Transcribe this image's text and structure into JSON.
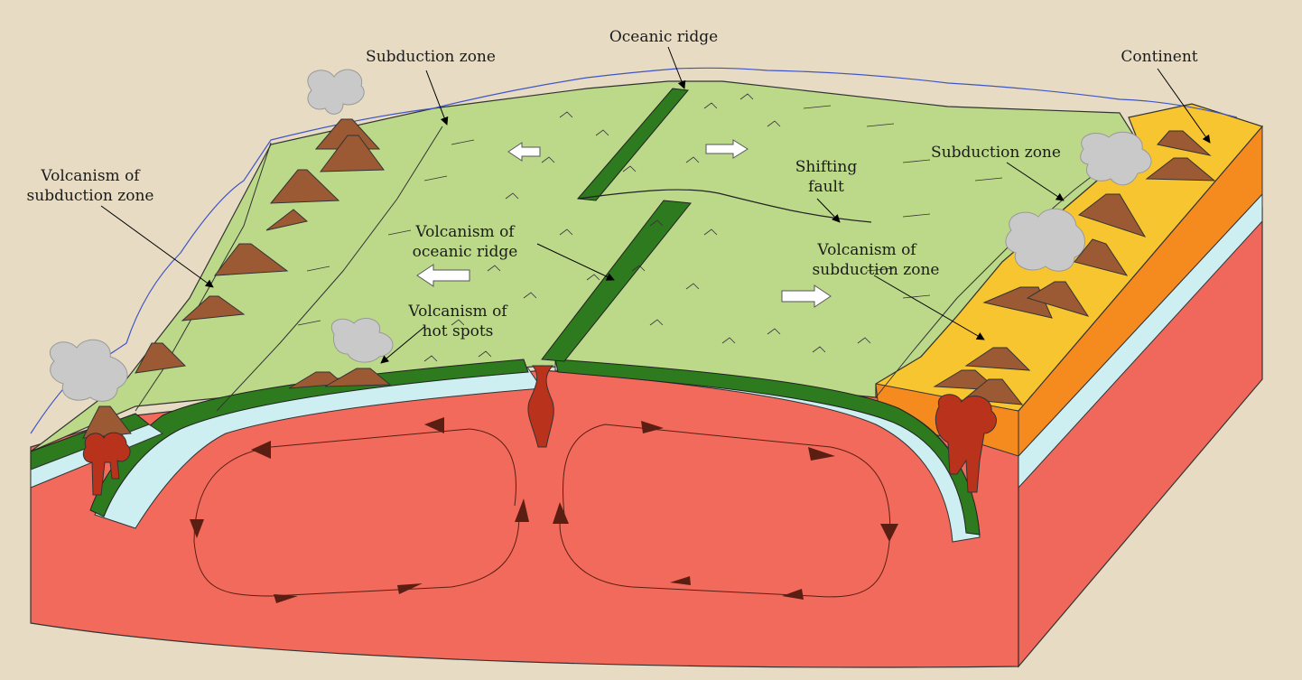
{
  "labels": {
    "oceanic_ridge": "Oceanic ridge",
    "subduction_zone_left": "Subduction zone",
    "continent": "Continent",
    "volcanism_subduction_left_1": "Volcanism of",
    "volcanism_subduction_left_2": "subduction zone",
    "subduction_zone_right": "Subduction zone",
    "shifting_fault_1": "Shifting",
    "shifting_fault_2": "fault",
    "volcanism_ridge_1": "Volcanism of",
    "volcanism_ridge_2": "oceanic ridge",
    "volcanism_subduction_right_1": "Volcanism of",
    "volcanism_subduction_right_2": "subduction zone",
    "hot_spots_1": "Volcanism of",
    "hot_spots_2": "hot spots"
  },
  "colors": {
    "background": "#e7dcc3",
    "oceanic_plate_surface": "#bcd98a",
    "lithosphere": "#2e7a1e",
    "asthenosphere_layer": "#cdeff2",
    "mantle": "#f26a5c",
    "mantle_side": "#f0675b",
    "continent_top": "#f7c530",
    "continent_side": "#f58a1f",
    "volcano": "#9b5a34",
    "magma": "#b8321c",
    "ash_cloud": "#c9c9c9",
    "sea_level_line": "#3f55c6",
    "convection_arrow": "#5a1e12"
  }
}
